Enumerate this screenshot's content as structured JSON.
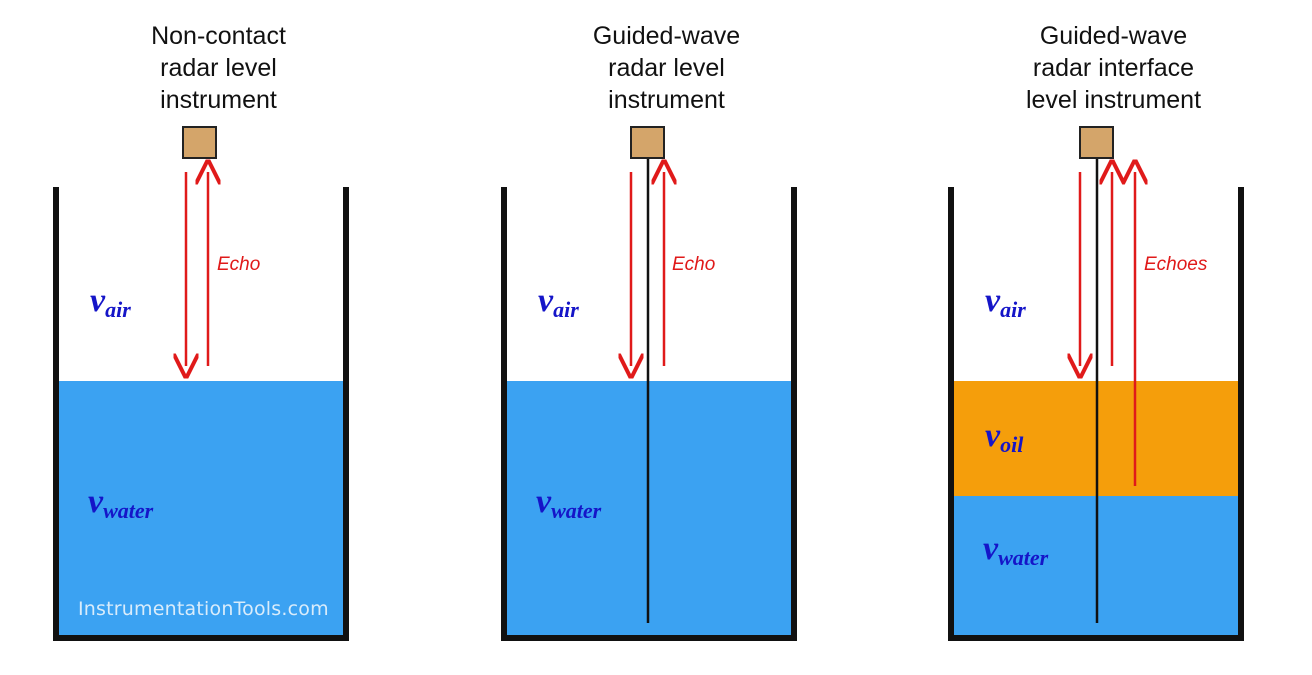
{
  "panels": [
    {
      "title": [
        "Non-contact",
        "radar level",
        "instrument"
      ],
      "labels": {
        "air": "air",
        "water": "water"
      },
      "echo": "Echo",
      "probe": false,
      "oil": false
    },
    {
      "title": [
        "Guided-wave",
        "radar level",
        "instrument"
      ],
      "labels": {
        "air": "air",
        "water": "water"
      },
      "echo": "Echo",
      "probe": true,
      "oil": false
    },
    {
      "title": [
        "Guided-wave",
        "radar interface",
        "level instrument"
      ],
      "labels": {
        "air": "air",
        "oil": "oil",
        "water": "water"
      },
      "echo": "Echoes",
      "probe": true,
      "oil": true
    }
  ],
  "symbol": "v",
  "watermark": "InstrumentationTools.com",
  "colors": {
    "water": "#3ba2f2",
    "oil": "#f59e0b",
    "transmitter": "#d4a56a",
    "arrow": "#e01a1a",
    "label": "#1515c8",
    "wall": "#111111"
  }
}
